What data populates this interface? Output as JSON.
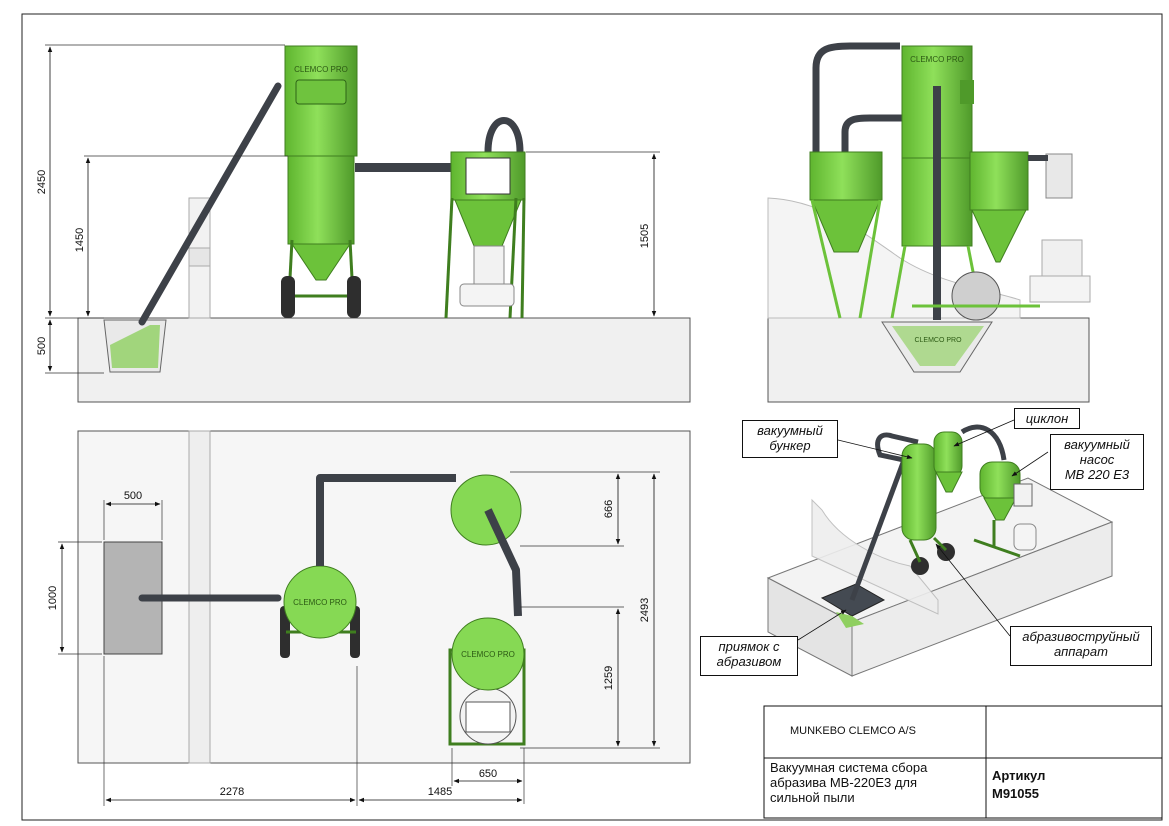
{
  "brand": {
    "logo_text": "CLEMCO PRO"
  },
  "dimensions": {
    "side_total_height": "2450",
    "side_chute_height": "1450",
    "side_pit_depth": "500",
    "side_cyclone_height": "1505",
    "plan_pit_width": "500",
    "plan_pit_length": "1000",
    "plan_cyclone_depth": "666",
    "plan_total_depth": "2493",
    "plan_pump_depth": "1259",
    "plan_pump_width": "650",
    "plan_offset_main": "2278",
    "plan_offset_cyclone": "1485"
  },
  "callouts": {
    "vacuum_hopper": [
      "вакуумный",
      "бункер"
    ],
    "cyclone": [
      "циклон"
    ],
    "vacuum_pump": [
      "вакуумный",
      "насос",
      "MB 220 E3"
    ],
    "blast_pot": [
      "абразивоструйный",
      "аппарат"
    ],
    "abrasive_pit": [
      "приямок с",
      "абразивом"
    ]
  },
  "title_block": {
    "company": "MUNKEBO CLEMCO A/S",
    "description": [
      "Вакуумная система сбора",
      "абразива MB-220E3 для",
      "сильной пыли"
    ],
    "article_label": "Артикул",
    "article_number": "M91055"
  },
  "colors": {
    "equipment_green": "#7ed348",
    "equipment_dark_green": "#4f9a2a",
    "hose": "#3d4148",
    "floor": "#f0f0f0",
    "line": "#333333",
    "pit_grey": "#b4b4b4"
  }
}
